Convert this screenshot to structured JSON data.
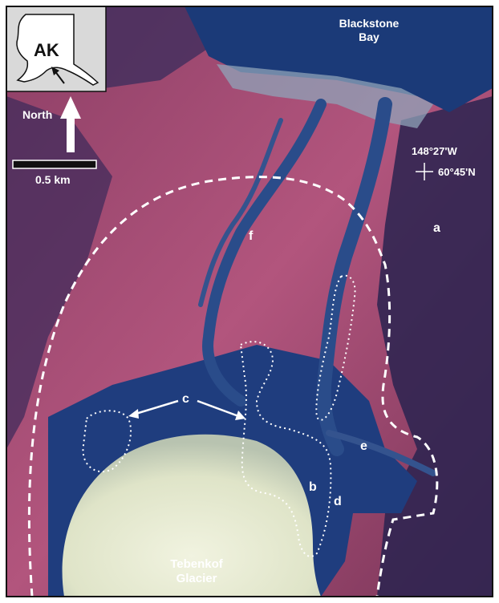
{
  "inset": {
    "label": "AK"
  },
  "compass": {
    "label": "North"
  },
  "scale_bar": {
    "label": "0.5 km"
  },
  "coordinates": {
    "longitude": "148°27'W",
    "latitude": "60°45'N"
  },
  "place_labels": {
    "bay_line1": "Blackstone",
    "bay_line2": "Bay",
    "glacier_line1": "Tebenkof",
    "glacier_line2": "Glacier"
  },
  "feature_labels": {
    "a": "a",
    "b": "b",
    "c": "c",
    "d": "d",
    "e": "e",
    "f": "f"
  },
  "colors": {
    "vegetation": "#a84a72",
    "water": "#1b3a78",
    "ice": "#e6ead2",
    "boundary": "#ffffff"
  }
}
